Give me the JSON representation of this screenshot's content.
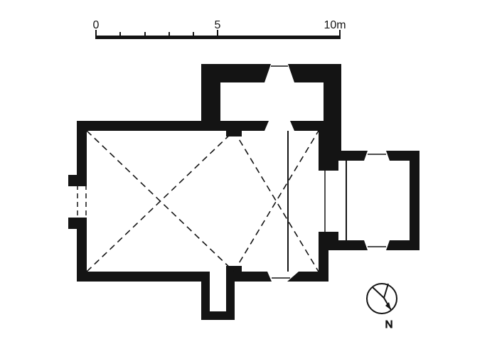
{
  "colors": {
    "background": "#ffffff",
    "ink": "#141414"
  },
  "scale_bar": {
    "labels": [
      {
        "text": "0"
      },
      {
        "text": "5"
      },
      {
        "text": "10m"
      }
    ]
  },
  "compass": {
    "label": "N"
  }
}
